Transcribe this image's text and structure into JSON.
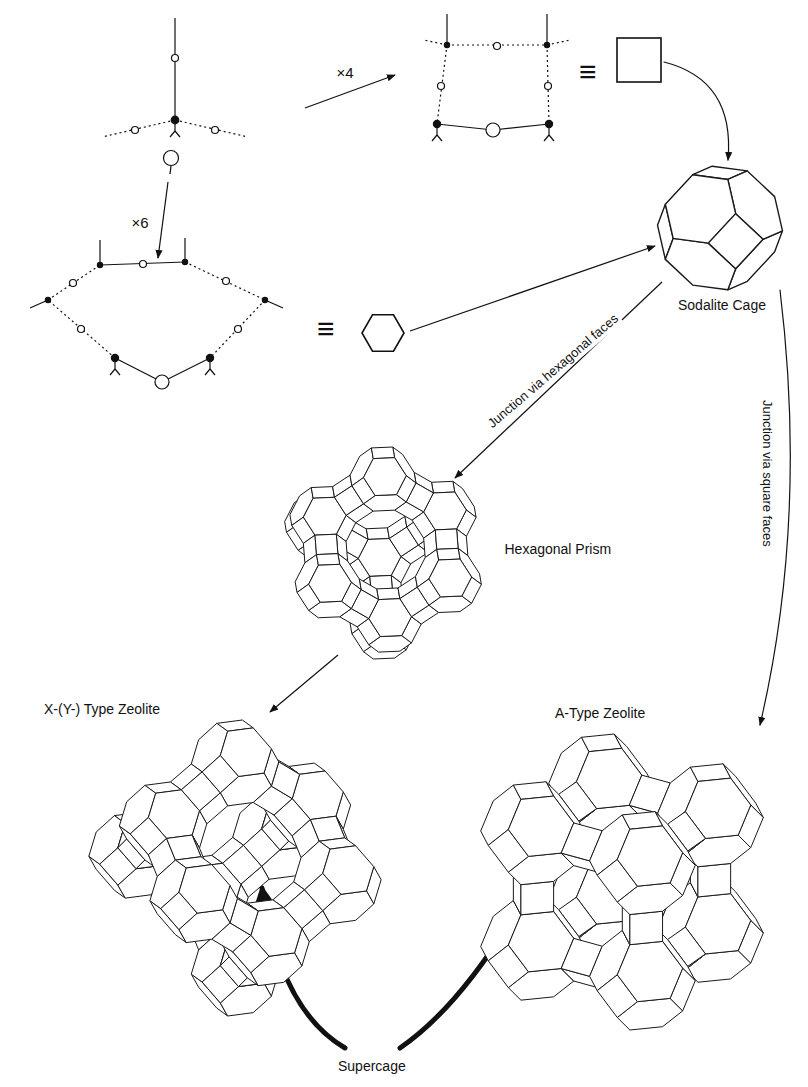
{
  "diagram": {
    "labels": [
      "×4",
      "≡",
      "×6",
      "≡",
      "Junction via hexagonal faces",
      "Sodalite Cage",
      "Junction via square faces",
      "Hexagonal Prism",
      "X-(Y-) Type Zeolite",
      "A-Type Zeolite",
      "Supercage"
    ]
  }
}
